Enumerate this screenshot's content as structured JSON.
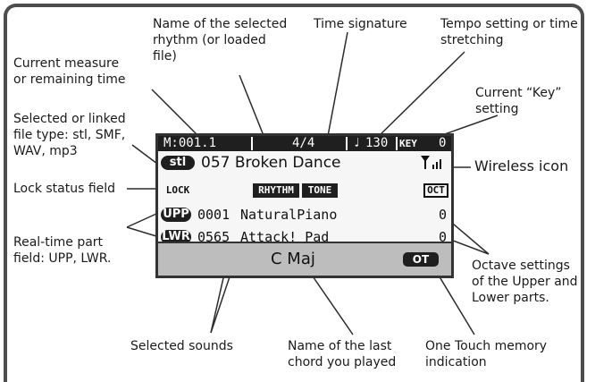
{
  "annotations": {
    "rhythm_name": "Name of the selected\nrhythm (or loaded\nfile)",
    "time_signature": "Time signature",
    "tempo": "Tempo setting or time\nstretching",
    "measure": "Current measure\nor remaining time",
    "key": "Current “Key”\nsetting",
    "file_type": "Selected or linked\nfile type: stl, SMF,\nWAV, mp3",
    "wireless": "Wireless icon",
    "lock": "Lock status field",
    "part_field": "Real-time part\nfield: UPP, LWR.",
    "octave": "Octave settings\nof the Upper and\nLower parts.",
    "selected_sounds": "Selected sounds",
    "last_chord": "Name of the last\nchord you played",
    "one_touch": "One Touch memory\nindication"
  },
  "lcd": {
    "measure": "M:001.1",
    "time_signature": "4/4",
    "tempo_symbol": "♩",
    "tempo": "130",
    "key_label": "KEY",
    "key_value": "0",
    "file_badge": "stl",
    "rhythm": "057 Broken Dance",
    "lock": "LOCK",
    "rhythm_button": "RHYTHM",
    "tone_button": "TONE",
    "oct": "OCT",
    "upper": {
      "badge": "UPP",
      "number": "0001",
      "name": "NaturalPiano",
      "octave": "0"
    },
    "lower": {
      "badge": "LWR",
      "number": "0565",
      "name": "Attack! Pad",
      "octave": "0"
    },
    "chord": "C Maj",
    "one_touch": "OT"
  }
}
